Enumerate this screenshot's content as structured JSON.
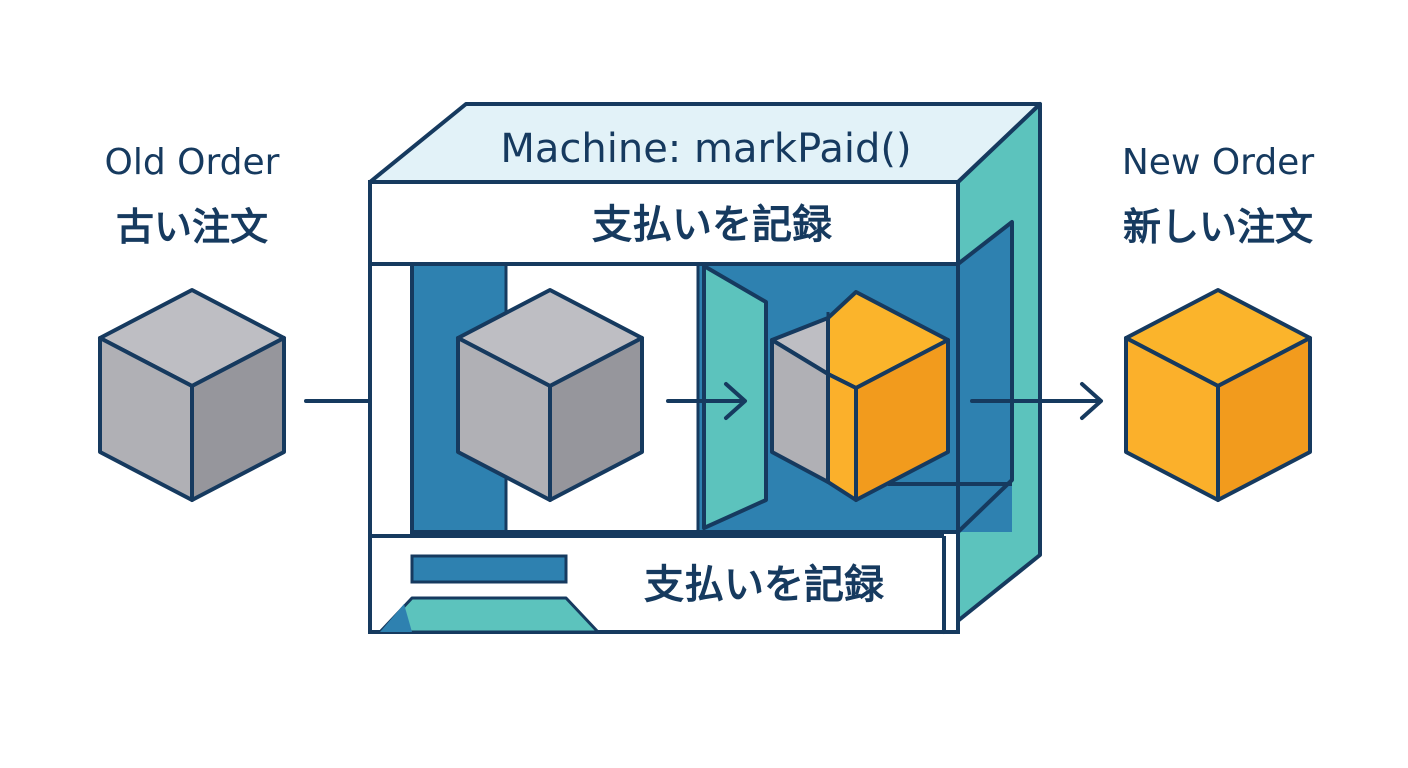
{
  "old_order": {
    "title": "Old Order",
    "subtitle": "古い注文"
  },
  "new_order": {
    "title": "New Order",
    "subtitle": "新しい注文"
  },
  "machine": {
    "title": "Machine: markPaid()",
    "top_label": "支払いを記録",
    "bottom_label": "支払いを記録"
  },
  "colors": {
    "outline": "#163a5f",
    "machine_top": "#e2f2f8",
    "machine_side": "#5cc3bd",
    "machine_interior": "#2e81b0",
    "grey_top": "#bebec3",
    "grey_left": "#b0b0b5",
    "grey_right": "#96969c",
    "gold_top": "#fbb42b",
    "gold_left": "#fbb02b",
    "gold_right": "#f29b1d"
  },
  "icons": [
    "old-order-cube",
    "machine-input-cube",
    "machine-output-cube",
    "new-order-cube",
    "arrow-right-icon"
  ]
}
